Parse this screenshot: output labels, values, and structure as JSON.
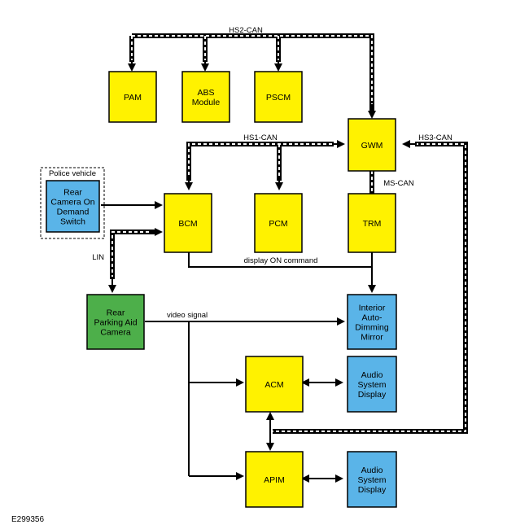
{
  "modules": {
    "pam": [
      "PAM"
    ],
    "abs": [
      "ABS",
      "Module"
    ],
    "pscm": [
      "PSCM"
    ],
    "gwm": [
      "GWM"
    ],
    "bcm": [
      "BCM"
    ],
    "pcm": [
      "PCM"
    ],
    "trm": [
      "TRM"
    ],
    "switch": [
      "Rear",
      "Camera On",
      "Demand",
      "Switch"
    ],
    "camera": [
      "Rear",
      "Parking Aid",
      "Camera"
    ],
    "mirror": [
      "Interior",
      "Auto-",
      "Dimming",
      "Mirror"
    ],
    "acm": [
      "ACM"
    ],
    "audio1": [
      "Audio",
      "System",
      "Display"
    ],
    "apim": [
      "APIM"
    ],
    "audio2": [
      "Audio",
      "System",
      "Display"
    ]
  },
  "labels": {
    "hs2": "HS2-CAN",
    "hs1": "HS1-CAN",
    "hs3": "HS3-CAN",
    "ms": "MS-CAN",
    "lin": "LIN",
    "display_cmd": "display ON command",
    "video": "video signal",
    "police": "Police vehicle",
    "figure_id": "E299356"
  },
  "colors": {
    "module": "#fff200",
    "display": "#5ab4e8",
    "camera": "#4daf4a",
    "stroke": "#000000"
  }
}
